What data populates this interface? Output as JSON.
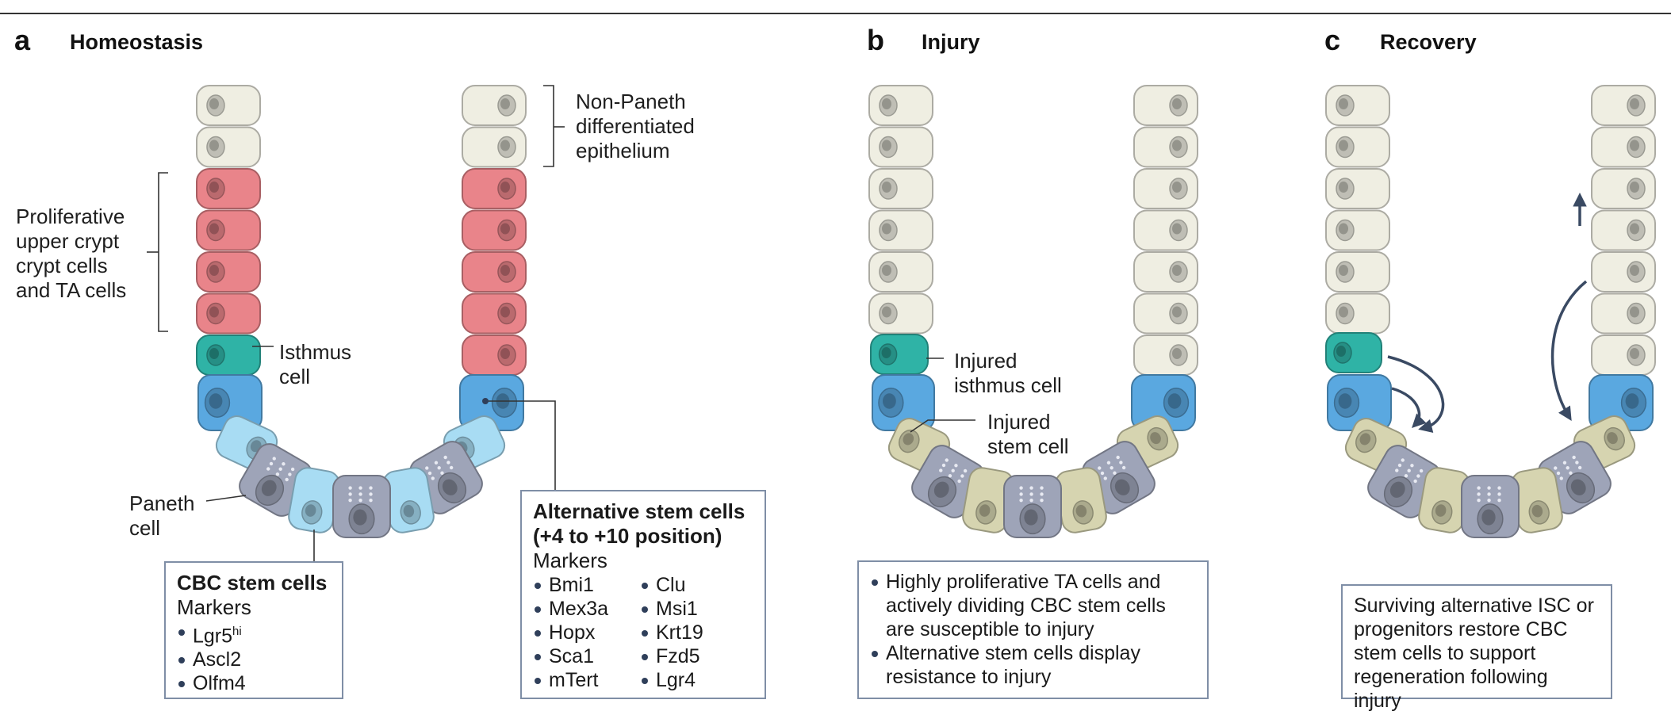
{
  "panels": {
    "a": {
      "letter": "a",
      "title": "Homeostasis"
    },
    "b": {
      "letter": "b",
      "title": "Injury"
    },
    "c": {
      "letter": "c",
      "title": "Recovery"
    }
  },
  "labels": {
    "proliferative": [
      "Proliferative",
      "upper crypt",
      "crypt cells",
      "and TA cells"
    ],
    "non_paneth": [
      "Non-Paneth",
      "differentiated",
      "epithelium"
    ],
    "isthmus": [
      "Isthmus",
      "cell"
    ],
    "paneth": [
      "Paneth",
      "cell"
    ],
    "injured_isthmus": [
      "Injured",
      "isthmus cell"
    ],
    "injured_stem": [
      "Injured",
      "stem cell"
    ]
  },
  "cbc_box": {
    "title": "CBC stem cells",
    "markers_label": "Markers",
    "markers": [
      "Lgr5",
      "Ascl2",
      "Olfm4"
    ],
    "lgr5_sup": "hi"
  },
  "alt_box": {
    "title_line1": "Alternative stem cells",
    "title_line2": "(+4 to +10 position)",
    "markers_label": "Markers",
    "col1": [
      "Bmi1",
      "Mex3a",
      "Hopx",
      "Sca1",
      "mTert"
    ],
    "col2": [
      "Clu",
      "Msi1",
      "Krt19",
      "Fzd5",
      "Lgr4"
    ]
  },
  "injury_box": {
    "bullets": [
      "Highly proliferative TA cells and actively dividing CBC stem cells are susceptible to injury",
      "Alternative stem cells display resistance to injury"
    ]
  },
  "recovery_box": {
    "text": "Surviving alternative ISC or progenitors restore CBC stem cells to support regeneration following injury"
  },
  "colors": {
    "differentiated": "#efeee2",
    "ta_cell": "#e9848a",
    "isthmus": "#2fb3a6",
    "cbc_stem": "#5aa8e0",
    "cbc_light": "#a8dcf3",
    "paneth": "#9ea4b8",
    "injured": "#d6d4b0",
    "arrow": "#3a4a63",
    "box_border": "#7f8ea6"
  }
}
